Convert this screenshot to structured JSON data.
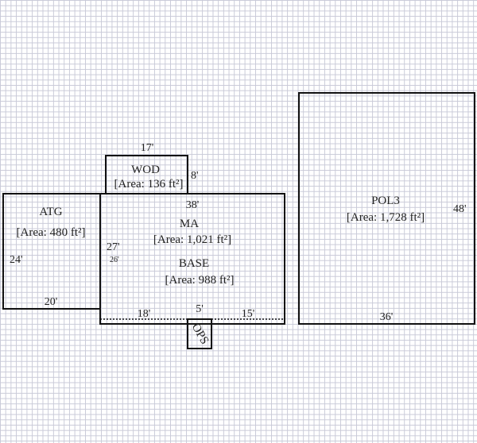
{
  "rooms": {
    "atg": {
      "name": "ATG",
      "area": "[Area: 480 ft²]",
      "dim_bottom": "20'",
      "dim_left": "24'"
    },
    "wod": {
      "name": "WOD",
      "area": "[Area: 136 ft²]",
      "dim_top": "17'",
      "dim_right": "8'"
    },
    "ma": {
      "name": "MA",
      "area": "[Area: 1,021 ft²]",
      "dim_top": "38'",
      "dim_left": "27'"
    },
    "base": {
      "name": "BASE",
      "area": "[Area: 988 ft²]",
      "dim_left": "26'",
      "dim_bottom_left": "18'",
      "dim_bottom_mid": "5'",
      "dim_bottom_right": "15'"
    },
    "ops": {
      "name": "OPS"
    },
    "pol3": {
      "name": "POL3",
      "area": "[Area: 1,728 ft²]",
      "dim_right": "48'",
      "dim_bottom": "36'"
    }
  }
}
